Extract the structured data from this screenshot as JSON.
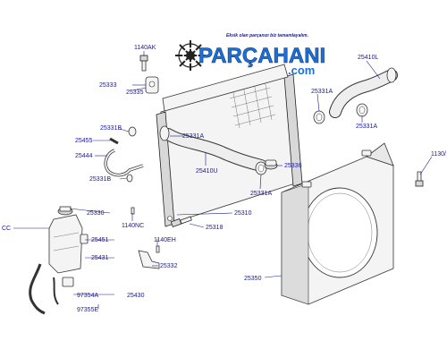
{
  "watermark": {
    "tagline": "Eksik olan parçanızı biz tamamlayalım.",
    "name": "PARÇAHANI",
    "domain": ".com"
  },
  "labels": {
    "p1140AK": "1140AK",
    "p25333": "25333",
    "p25335": "25335",
    "p25410L": "25410L",
    "p25331A_top": "25331A",
    "p25331A_right": "25331A",
    "p25331A_mid": "25331A",
    "p25331A_low": "25331A",
    "p25331B_top": "25331B",
    "p25331B_bot": "25331B",
    "p25455": "25455",
    "p25444": "25444",
    "p25410U": "25410U",
    "p25336": "25336",
    "p1130": "1130/",
    "p25330": "25330",
    "p25310": "25310",
    "p1140NC": "1140NC",
    "p25318": "25318",
    "pCC": "CC",
    "p25451": "25451",
    "p1140EH": "1140EH",
    "p25431": "25431",
    "p25332": "25332",
    "p25350": "25350",
    "p97354A": "97354A",
    "p25430": "25430",
    "p97355E": "97355E"
  }
}
